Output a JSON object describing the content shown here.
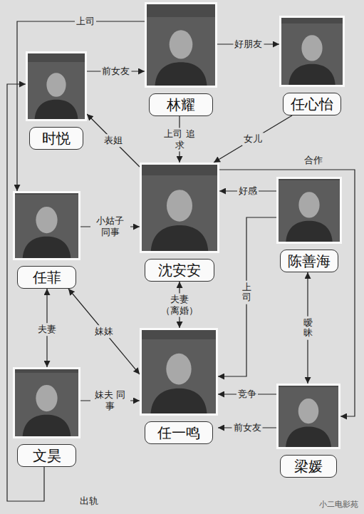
{
  "diagram": {
    "nodes": [
      {
        "text": [
          "林耀"
        ]
      },
      {
        "text": [
          "任心怡"
        ]
      },
      {
        "text": [
          "时悦"
        ]
      },
      {
        "text": [
          "沈安安"
        ]
      },
      {
        "text": [
          "陈善海"
        ]
      },
      {
        "text": [
          "任菲"
        ]
      },
      {
        "text": [
          "文昊"
        ]
      },
      {
        "text": [
          "任一鸣"
        ]
      },
      {
        "text": [
          "梁媛"
        ]
      }
    ],
    "edges": [
      {
        "from": 2,
        "to": 0,
        "label": "前女友",
        "arrow": "to"
      },
      {
        "from": 0,
        "to": 1,
        "label": "好朋友",
        "arrow": "to"
      },
      {
        "from": 0,
        "to": 5,
        "label": "上司",
        "arrow": "to"
      },
      {
        "from": 0,
        "to": 3,
        "label": "上司 追求",
        "arrow": "to"
      },
      {
        "from": 1,
        "to": 3,
        "label": "女儿",
        "arrow": "to"
      },
      {
        "from": 3,
        "to": 2,
        "label": "表姐",
        "arrow": "to"
      },
      {
        "from": 5,
        "to": 3,
        "label": "小姑子 同事",
        "arrow": "to"
      },
      {
        "from": 4,
        "to": 3,
        "label": "好感",
        "arrow": "to"
      },
      {
        "from": 3,
        "to": 8,
        "label": "合作",
        "arrow": "to"
      },
      {
        "from": 3,
        "to": 7,
        "label": "夫妻 （离婚）",
        "arrow": "both"
      },
      {
        "from": 4,
        "to": 8,
        "label": "暧昧",
        "arrow": "both"
      },
      {
        "from": 4,
        "to": 7,
        "label": "上司",
        "arrow": "to"
      },
      {
        "from": 8,
        "to": 7,
        "label": "竞争",
        "arrow": "to"
      },
      {
        "from": 8,
        "to": 7,
        "label": "前女友",
        "arrow": "to"
      },
      {
        "from": 5,
        "to": 6,
        "label": "夫妻",
        "arrow": "both"
      },
      {
        "from": 5,
        "to": 7,
        "label": "妹妹",
        "arrow": "both"
      },
      {
        "from": 6,
        "to": 7,
        "label": "妹夫 同事",
        "arrow": "to"
      },
      {
        "from": 6,
        "to": 2,
        "label": "出轨",
        "arrow": "to"
      }
    ],
    "labels": [
      "小二电影苑"
    ]
  }
}
